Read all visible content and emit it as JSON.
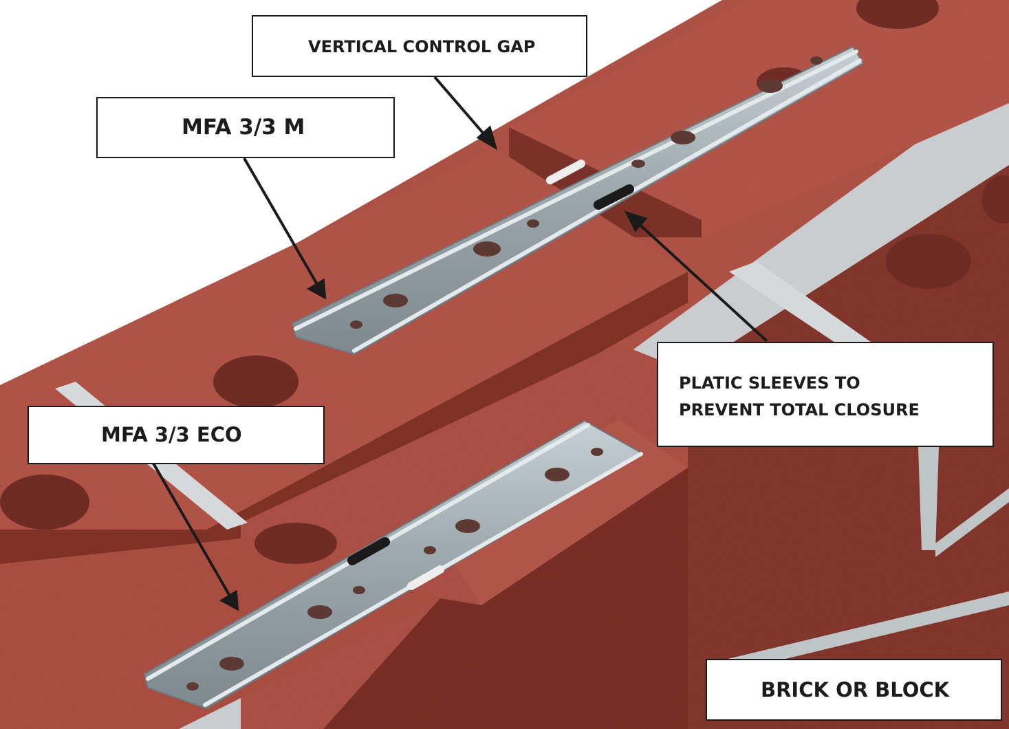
{
  "labels": {
    "vertical_control_gap": "VERTICAL CONTROL GAP",
    "mfa_m": "MFA 3/3 M",
    "mfa_eco": "MFA 3/3 ECO",
    "sleeves_line1": "PLATIC SLEEVES TO",
    "sleeves_line2": "PREVENT TOTAL CLOSURE",
    "brick_or_block": "BRICK OR BLOCK"
  },
  "colors": {
    "brick_top": "#b9584b",
    "brick_side": "#83362c",
    "brick_hole": "#6f2c24",
    "mortar": "#c9cdd0",
    "tie_steel": "#a9b4b9",
    "sleeve_white": "#eeeeee",
    "sleeve_black": "#1a1a1a"
  }
}
